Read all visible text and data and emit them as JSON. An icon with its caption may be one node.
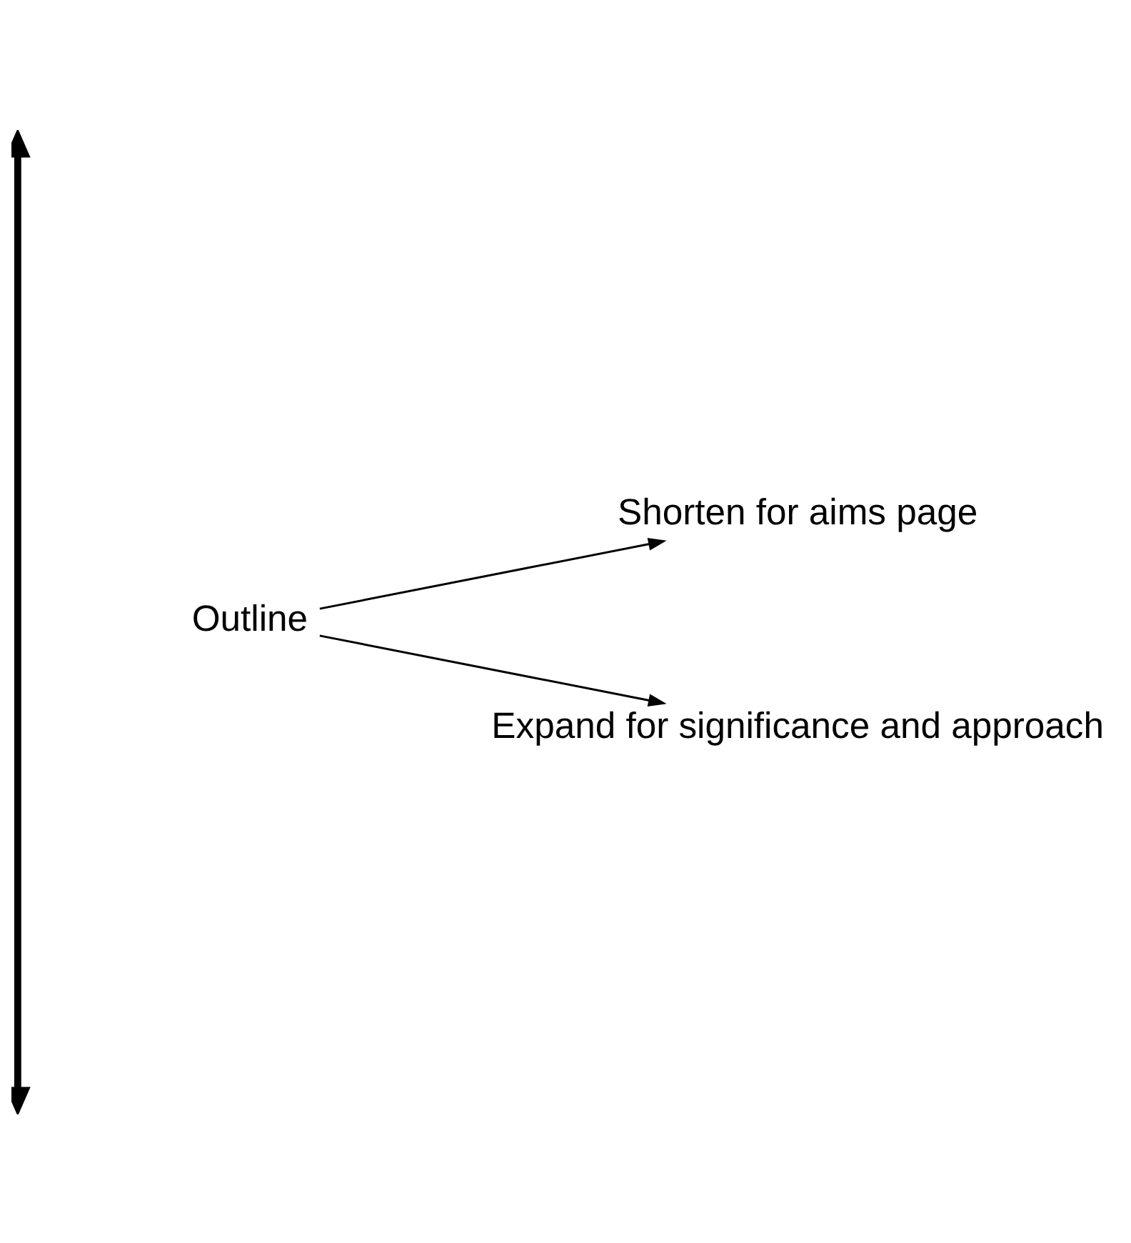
{
  "diagram": {
    "nodes": [
      {
        "text": [
          "Outline"
        ]
      },
      {
        "text": [
          "Shorten for aims page"
        ]
      },
      {
        "text": [
          "Expand for significance and approach"
        ]
      }
    ],
    "edges": [
      {
        "from": 0,
        "to": 1,
        "arrow": "to"
      },
      {
        "from": 0,
        "to": 2,
        "arrow": "to"
      }
    ]
  }
}
